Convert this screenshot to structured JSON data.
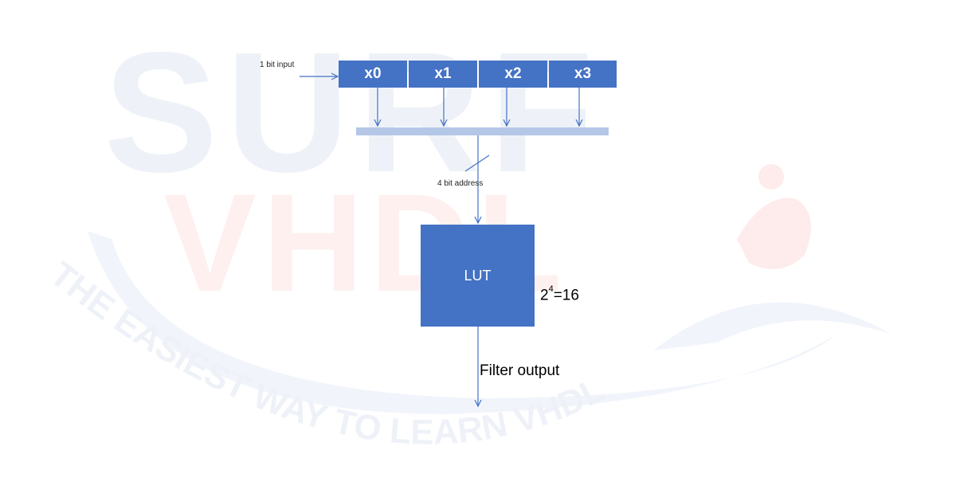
{
  "watermark": {
    "logo_word_top": "SURF",
    "logo_word_bottom": "VHDL",
    "tagline": "THE EASIEST WAY TO LEARN VHDL"
  },
  "diagram": {
    "input_label": "1 bit input",
    "register_cells": [
      "x0",
      "x1",
      "x2",
      "x3"
    ],
    "address_label": "4 bit address",
    "lut_label": "LUT",
    "lut_size_base": "2",
    "lut_size_exponent": "4",
    "lut_size_result": "=16",
    "output_label": "Filter output"
  },
  "colors": {
    "block_fill": "#4472c4",
    "bus_fill": "#b4c7e7",
    "arrow": "#4472c4"
  }
}
